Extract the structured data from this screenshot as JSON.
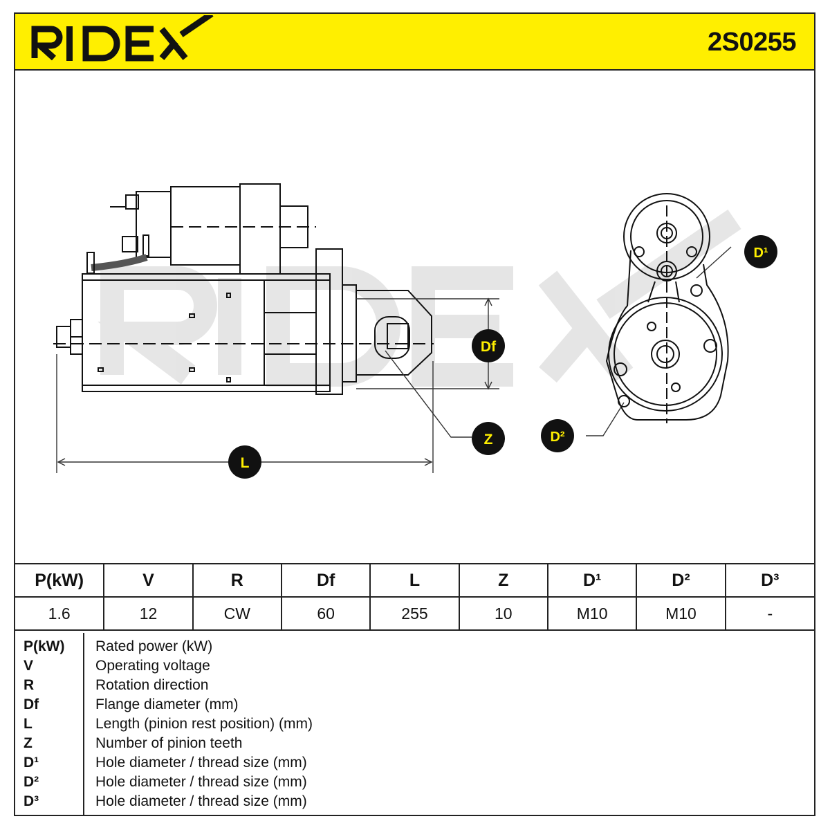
{
  "header": {
    "brand": "RIDEX",
    "part_number": "2S0255",
    "background_color": "#ffef00"
  },
  "drawing": {
    "watermark": "RIDEX",
    "labels": {
      "df": "Df",
      "z": "Z",
      "l": "L",
      "d1": "D¹",
      "d2": "D²"
    }
  },
  "specs": {
    "headers": [
      "P(kW)",
      "V",
      "R",
      "Df",
      "L",
      "Z",
      "D¹",
      "D²",
      "D³"
    ],
    "values": [
      "1.6",
      "12",
      "CW",
      "60",
      "255",
      "10",
      "M10",
      "M10",
      "-"
    ]
  },
  "legend": [
    {
      "abbr": "P(kW)",
      "desc": "Rated power (kW)"
    },
    {
      "abbr": "V",
      "desc": "Operating voltage"
    },
    {
      "abbr": "R",
      "desc": "Rotation direction"
    },
    {
      "abbr": "Df",
      "desc": "Flange diameter (mm)"
    },
    {
      "abbr": "L",
      "desc": "Length (pinion rest position) (mm)"
    },
    {
      "abbr": "Z",
      "desc": "Number of pinion teeth"
    },
    {
      "abbr": "D¹",
      "desc": "Hole diameter / thread size (mm)"
    },
    {
      "abbr": "D²",
      "desc": "Hole diameter / thread size (mm)"
    },
    {
      "abbr": "D³",
      "desc": "Hole diameter / thread size (mm)"
    }
  ]
}
